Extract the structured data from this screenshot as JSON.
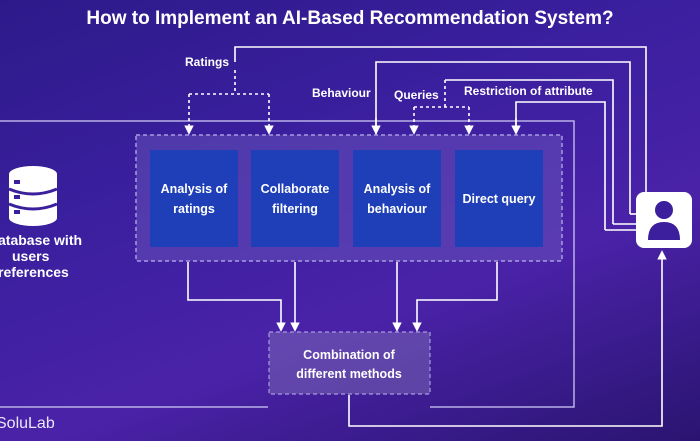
{
  "title": "How to Implement an AI-Based Recommendation System?",
  "inputs": {
    "ratings": "Ratings",
    "behaviour": "Behaviour",
    "queries": "Queries",
    "restriction": "Restriction of attribute"
  },
  "database": {
    "line1": "atabase with",
    "line2": "users",
    "line3": "references"
  },
  "methods": [
    {
      "line1": "Analysis of",
      "line2": "ratings"
    },
    {
      "line1": "Collaborate",
      "line2": "filtering"
    },
    {
      "line1": "Analysis of",
      "line2": "behaviour"
    },
    {
      "line1": "Direct query",
      "line2": ""
    }
  ],
  "combination": {
    "line1": "Combination of",
    "line2": "different methods"
  },
  "brand": "SoluLab",
  "colors": {
    "method_box": "#1e3fb8",
    "panel_border": "#a99be0",
    "arrow": "#ffffff"
  },
  "icons": [
    "database-icon",
    "user-icon"
  ]
}
